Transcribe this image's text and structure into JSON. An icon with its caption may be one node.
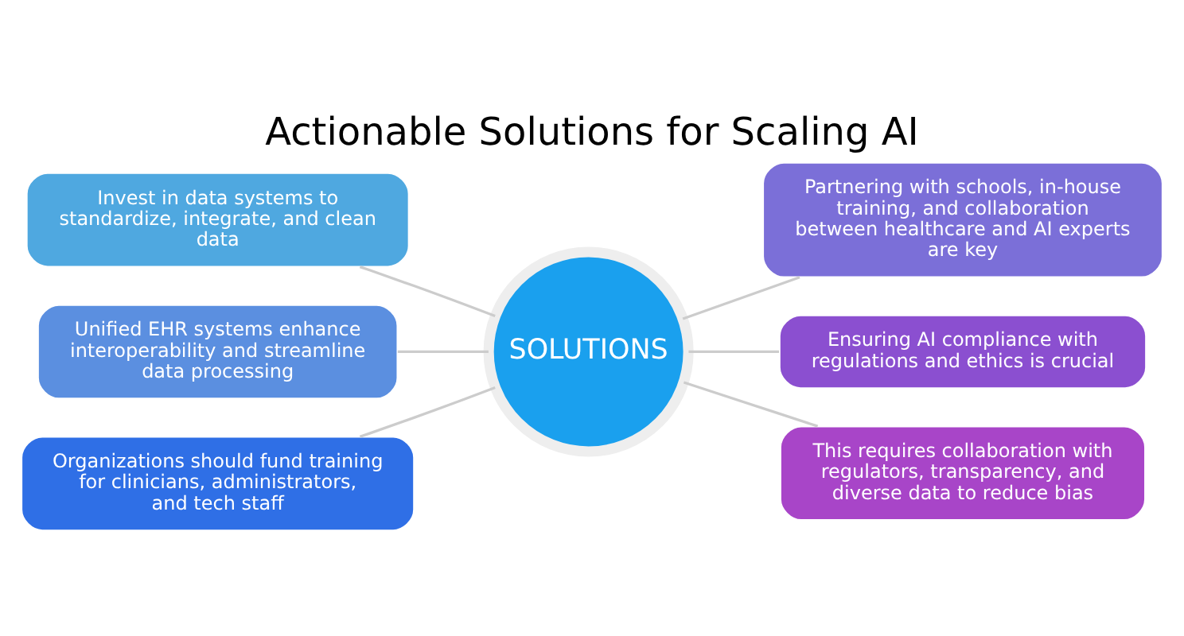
{
  "diagram": {
    "title": "Actionable Solutions for Scaling AI",
    "nodes": [
      {
        "text": [
          "SOLUTIONS"
        ]
      },
      {
        "text": [
          "Invest in data systems to standardize, integrate, and clean data"
        ]
      },
      {
        "text": [
          "Unified EHR systems enhance interoperability and streamline data processing"
        ]
      },
      {
        "text": [
          "Organizations should fund training for clinicians, administrators, and tech staff"
        ]
      },
      {
        "text": [
          "Partnering with schools, in-house training, and collaboration between healthcare and AI experts are key"
        ]
      },
      {
        "text": [
          "Ensuring AI compliance with regulations and ethics is crucial"
        ]
      },
      {
        "text": [
          "This requires collaboration with regulators, transparency, and diverse data to reduce bias"
        ]
      }
    ],
    "edges": [
      {
        "from": 1,
        "to": 0,
        "arrow": "none"
      },
      {
        "from": 2,
        "to": 0,
        "arrow": "none"
      },
      {
        "from": 3,
        "to": 0,
        "arrow": "none"
      },
      {
        "from": 0,
        "to": 4,
        "arrow": "none"
      },
      {
        "from": 0,
        "to": 5,
        "arrow": "none"
      },
      {
        "from": 0,
        "to": 6,
        "arrow": "none"
      }
    ]
  }
}
